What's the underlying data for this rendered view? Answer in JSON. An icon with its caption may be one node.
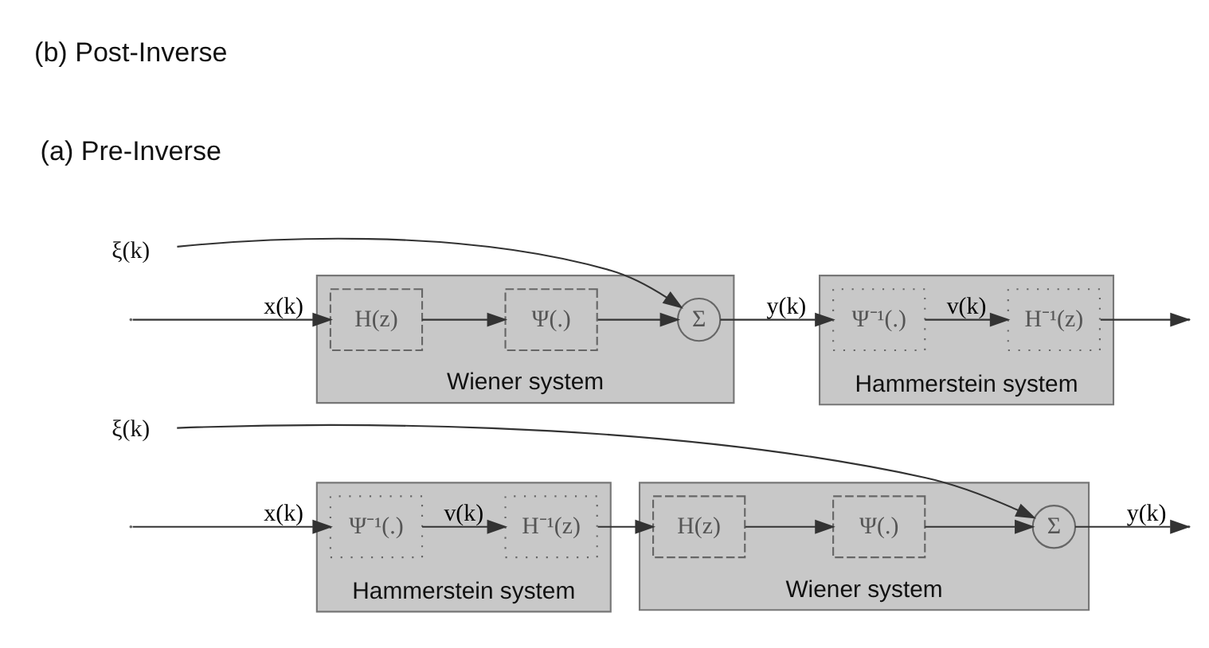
{
  "diagram": {
    "nodes": [
      {
        "text": [
          "Hammerstein system"
        ]
      },
      {
        "text": [
          "Ψ⁻¹(.)"
        ],
        "in": 0
      },
      {
        "text": [
          "H⁻¹(z)"
        ],
        "in": 0
      },
      {
        "text": [
          "Wiener system"
        ]
      },
      {
        "text": [
          "H(z)"
        ],
        "in": 3
      },
      {
        "text": [
          "Ψ(.)"
        ],
        "in": 3
      },
      {
        "text": [
          "Σ"
        ],
        "in": 3
      },
      {
        "text": [
          "ξ(k)"
        ]
      },
      {
        "text": [
          "Wiener system"
        ]
      },
      {
        "text": [
          "H(z)"
        ],
        "in": 8
      },
      {
        "text": [
          "Ψ(.)"
        ],
        "in": 8
      },
      {
        "text": [
          "Σ"
        ],
        "in": 8
      },
      {
        "text": [
          "ξ(k)"
        ]
      },
      {
        "text": [
          "Hammerstein system"
        ]
      },
      {
        "text": [
          "Ψ⁻¹(.)"
        ],
        "in": 13
      },
      {
        "text": [
          "H⁻¹(z)"
        ],
        "in": 13
      }
    ],
    "edges": [
      {
        "from": null,
        "to": 1,
        "arrow": "to",
        "label": "x(k)"
      },
      {
        "from": 1,
        "to": 2,
        "arrow": "to",
        "label": "v(k)"
      },
      {
        "from": 2,
        "to": 4,
        "arrow": "to"
      },
      {
        "from": 4,
        "to": 5,
        "arrow": "to"
      },
      {
        "from": 5,
        "to": 6,
        "arrow": "to"
      },
      {
        "from": 7,
        "to": 6,
        "arrow": "to"
      },
      {
        "from": 6,
        "to": null,
        "arrow": "to",
        "label": "y(k)"
      },
      {
        "from": null,
        "to": 9,
        "arrow": "to",
        "label": "x(k)"
      },
      {
        "from": 9,
        "to": 10,
        "arrow": "to"
      },
      {
        "from": 10,
        "to": 11,
        "arrow": "to"
      },
      {
        "from": 12,
        "to": 11,
        "arrow": "to"
      },
      {
        "from": 11,
        "to": 14,
        "arrow": "to",
        "label": "y(k)"
      },
      {
        "from": 14,
        "to": 15,
        "arrow": "to",
        "label": "v(k)"
      },
      {
        "from": 15,
        "to": null,
        "arrow": "to"
      }
    ],
    "labels": [
      "(a) Pre-Inverse",
      "(b) Post-Inverse"
    ]
  }
}
